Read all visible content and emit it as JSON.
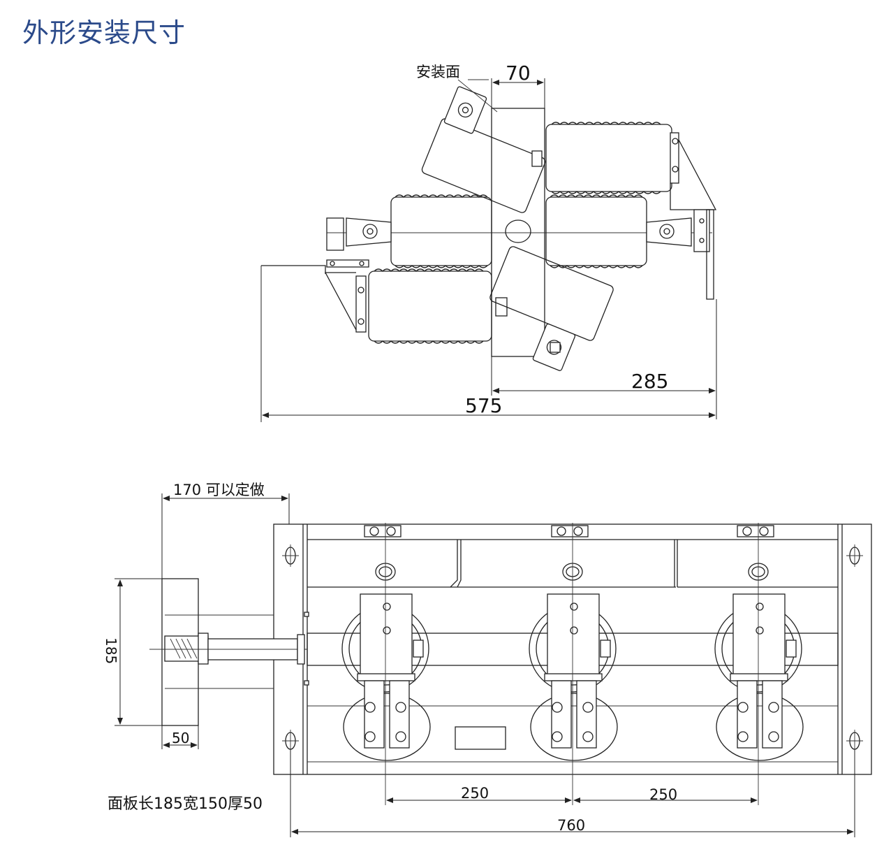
{
  "title": "外形安装尺寸",
  "top_view": {
    "mount_label": "安装面",
    "dim_70": "70",
    "dim_285": "285",
    "dim_575": "575"
  },
  "front_view": {
    "dim_170": "170 可以定做",
    "dim_185": "185",
    "dim_50": "50",
    "dim_250_left": "250",
    "dim_250_right": "250",
    "dim_760": "760"
  },
  "panel_note": "面板长185宽150厚50"
}
